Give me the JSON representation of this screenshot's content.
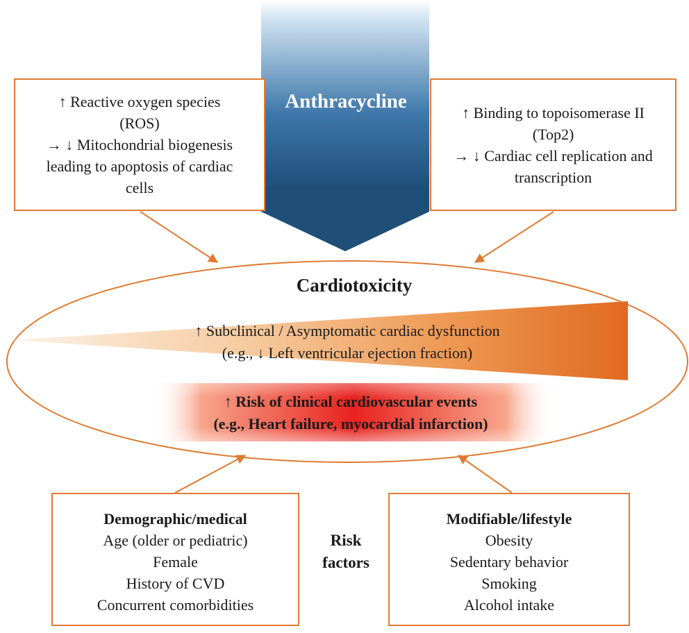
{
  "drug": {
    "label": "Anthracycline"
  },
  "mechanism_left": {
    "lines": [
      "↑ Reactive oxygen species",
      "(ROS)",
      "→ ↓ Mitochondrial biogenesis",
      "leading to apoptosis of cardiac",
      "cells"
    ]
  },
  "mechanism_right": {
    "lines": [
      "↑ Binding to topoisomerase II",
      "(Top2)",
      "→ ↓ Cardiac cell replication and",
      "transcription"
    ]
  },
  "outcome": {
    "title": "Cardiotoxicity",
    "subclinical": [
      "↑ Subclinical / Asymptomatic cardiac dysfunction",
      "(e.g., ↓ Left ventricular ejection fraction)"
    ],
    "clinical": [
      "↑ Risk of clinical cardiovascular events",
      "(e.g., Heart failure, myocardial infarction)"
    ]
  },
  "risk_factors": {
    "center_label": [
      "Risk",
      "factors"
    ],
    "demographic": {
      "heading": "Demographic/medical",
      "items": [
        "Age (older or pediatric)",
        "Female",
        "History of CVD",
        "Concurrent comorbidities"
      ]
    },
    "lifestyle": {
      "heading": "Modifiable/lifestyle",
      "items": [
        "Obesity",
        "Sedentary behavior",
        "Smoking",
        "Alcohol intake"
      ]
    }
  },
  "colors": {
    "box_border": "#e07a32",
    "arrow": "#e07a32",
    "drug_arrow_top": "#d3e4f2",
    "drug_arrow_bottom": "#1f4e79",
    "wedge": "#e06a1f",
    "clinical_band": "#e8221f"
  }
}
